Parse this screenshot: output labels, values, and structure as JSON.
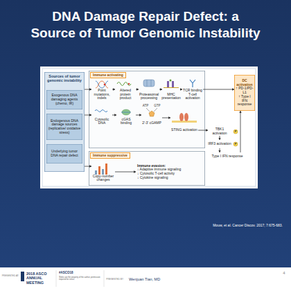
{
  "diagram": {
    "title": "DNA Damage Repair Defect: a Source of Tumor Genomic Instability",
    "nodes": [
      {
        "text": [
          "Sources of tumor genomic instability"
        ]
      },
      {
        "text": [
          "Exogenous DNA damaging agents (chemo, IR)"
        ],
        "in": 0
      },
      {
        "text": [
          "Endogenous DNA damage sources (replicative/ oxidative stress)"
        ],
        "in": 0
      },
      {
        "text": [
          "Underlying tumor DNA repair defect"
        ],
        "in": 0
      },
      {
        "text": [
          "Immune activating"
        ]
      },
      {
        "text": [
          "Point mutations, indels"
        ],
        "in": 4
      },
      {
        "text": [
          "Altered protein product"
        ],
        "in": 4
      },
      {
        "text": [
          "Proteasomal processing"
        ],
        "in": 4
      },
      {
        "text": [
          "MHC presentation"
        ],
        "in": 4
      },
      {
        "text": [
          "TCR binding T-cell activation"
        ],
        "in": 4
      },
      {
        "text": [
          "Cytosolic DNA"
        ],
        "in": 4
      },
      {
        "text": [
          "cGAS binding"
        ],
        "in": 4
      },
      {
        "text": [
          "2'-3' cGAMP"
        ],
        "in": 4
      },
      {
        "text": [
          "STING activation"
        ],
        "in": 4
      },
      {
        "text": [
          "TBK1 activation"
        ]
      },
      {
        "text": [
          "IRF3 activation"
        ]
      },
      {
        "text": [
          "Type I IFN response"
        ]
      },
      {
        "text": [
          "DC activation",
          "↑ PD-1/PD-L1",
          "↑ Type I IFN response"
        ]
      },
      {
        "text": [
          "Immune suppressive"
        ]
      },
      {
        "text": [
          "Copy-number changes"
        ],
        "in": 18
      },
      {
        "text": [
          "Immune evasion:",
          "↓ Adaptive immune signaling",
          "↓ Cytosolic T-cell activity",
          "↓ Cytokine signaling"
        ],
        "in": 18
      }
    ],
    "edges": [
      {
        "from": 0,
        "to": 5,
        "arrow": "to"
      },
      {
        "from": 0,
        "to": 10,
        "arrow": "to"
      },
      {
        "from": 0,
        "to": 19,
        "arrow": "to"
      },
      {
        "from": 5,
        "to": 6,
        "arrow": "to"
      },
      {
        "from": 6,
        "to": 7,
        "arrow": "to"
      },
      {
        "from": 7,
        "to": 8,
        "arrow": "to"
      },
      {
        "from": 8,
        "to": 9,
        "arrow": "to"
      },
      {
        "from": 9,
        "to": 17,
        "arrow": "to"
      },
      {
        "from": 10,
        "to": 11,
        "arrow": "to"
      },
      {
        "from": 11,
        "to": 12,
        "arrow": "to"
      },
      {
        "from": 12,
        "to": 13,
        "arrow": "to"
      },
      {
        "from": 13,
        "to": 14,
        "arrow": "to"
      },
      {
        "from": 14,
        "to": 15,
        "arrow": "to"
      },
      {
        "from": 15,
        "to": 16,
        "arrow": "to"
      },
      {
        "from": 16,
        "to": 17,
        "arrow": "to"
      },
      {
        "from": 19,
        "to": 20,
        "arrow": "to"
      }
    ],
    "labels": [
      "ATP",
      "GTP",
      "P",
      "P",
      "Mouw, et al. Cancer Discov. 2017; 7:675-683.",
      "PRESENTED AT:",
      "2018 ASCO ANNUAL MEETING",
      "#ASCO18",
      "Slides are the property of the author, permission required for reuse.",
      "PRESENTED BY:",
      "Wenjuan Tian, MD",
      "4"
    ]
  }
}
